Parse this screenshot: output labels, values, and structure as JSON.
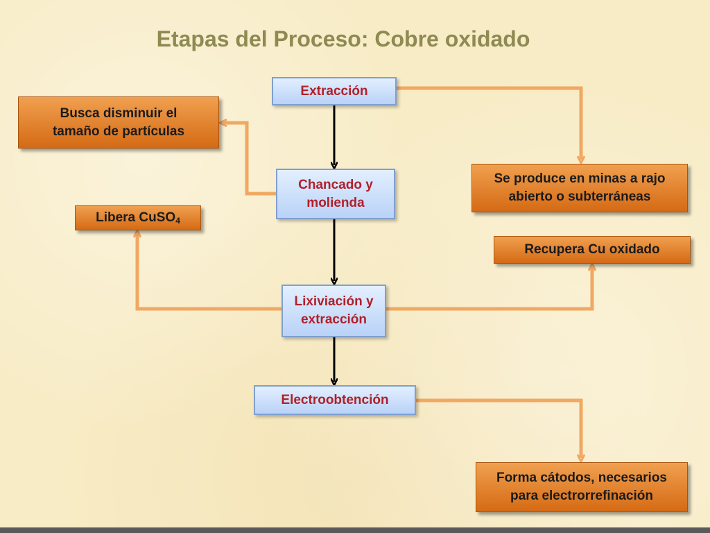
{
  "title": "Etapas del Proceso: Cobre oxidado",
  "steps": {
    "extraccion": "Extracción",
    "chancado_line1": "Chancado y",
    "chancado_line2": "molienda",
    "lixiviacion_line1": "Lixiviación y",
    "lixiviacion_line2": "extracción",
    "electroobtencion": "Electroobtención"
  },
  "notes": {
    "busca_line1": "Busca disminuir el",
    "busca_line2": "tamaño de partículas",
    "minas_line1": "Se produce en minas a rajo",
    "minas_line2": "abierto o subterráneas",
    "libera_text": "Libera CuSO",
    "libera_sub": "4",
    "recupera": "Recupera Cu oxidado",
    "catodos_line1": "Forma cátodos, necesarios",
    "catodos_line2": "para electrorrefinación"
  },
  "colors": {
    "step_text": "#b0202a",
    "step_fill": "#c8dcf8",
    "note_fill": "#e07a22",
    "connector": "#f0a862",
    "flow_arrow": "#000000",
    "title": "#8d8a52"
  }
}
